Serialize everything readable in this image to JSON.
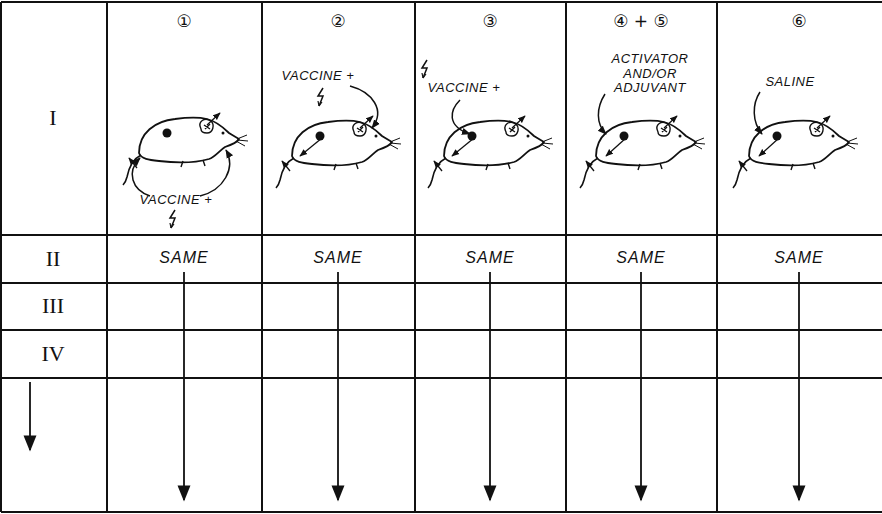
{
  "diagram": {
    "labels": [
      "I",
      "II",
      "III",
      "IV",
      "①",
      "②",
      "③",
      "④ + ⑤",
      "⑥",
      "VACCINE +",
      "VACCINE +",
      "VACCINE +",
      "ACTIVATOR AND/OR ADJUVANT",
      "SALINE",
      "SAME",
      "SAME",
      "SAME",
      "SAME",
      "SAME"
    ]
  }
}
